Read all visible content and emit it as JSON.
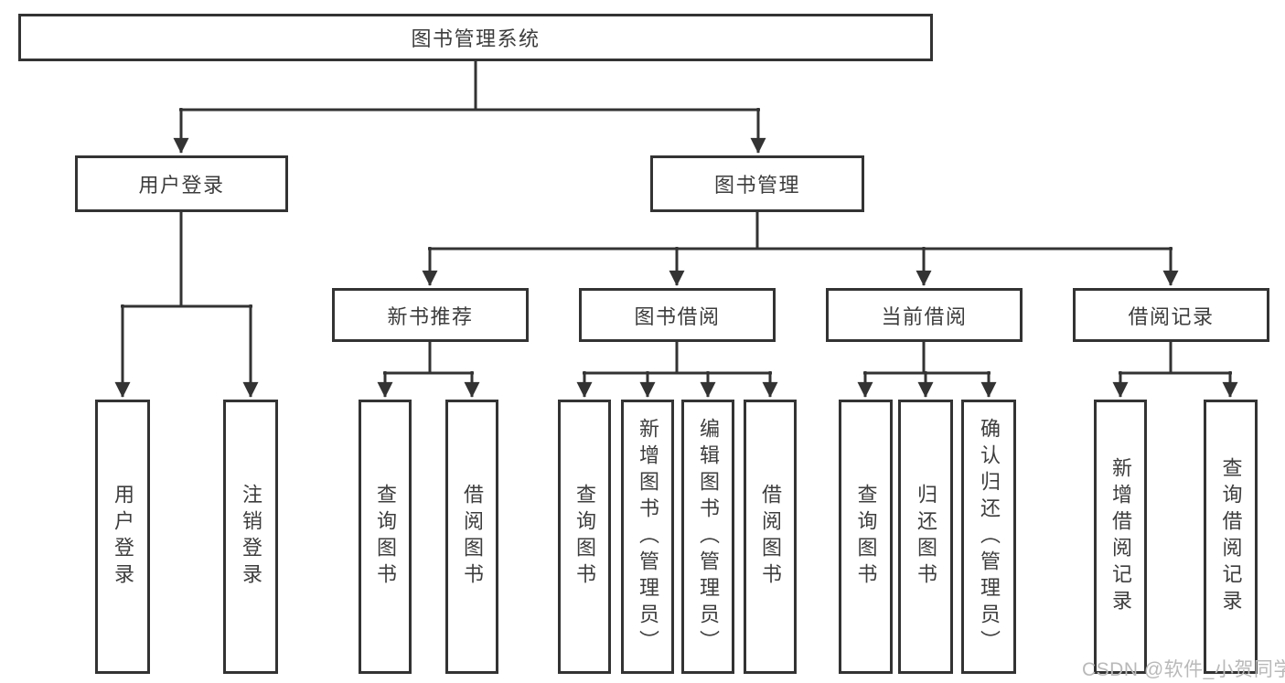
{
  "tree": {
    "label": "图书管理系统",
    "children": [
      {
        "label": "用户登录",
        "children": [
          {
            "label": "用户登录"
          },
          {
            "label": "注销登录"
          }
        ]
      },
      {
        "label": "图书管理",
        "children": [
          {
            "label": "新书推荐",
            "children": [
              {
                "label": "查询图书"
              },
              {
                "label": "借阅图书"
              }
            ]
          },
          {
            "label": "图书借阅",
            "children": [
              {
                "label": "查询图书"
              },
              {
                "label": "新增图书（管理员）"
              },
              {
                "label": "编辑图书（管理员）"
              },
              {
                "label": "借阅图书"
              }
            ]
          },
          {
            "label": "当前借阅",
            "children": [
              {
                "label": "查询图书"
              },
              {
                "label": "归还图书"
              },
              {
                "label": "确认归还（管理员）"
              }
            ]
          },
          {
            "label": "借阅记录",
            "children": [
              {
                "label": "新增借阅记录"
              },
              {
                "label": "查询借阅记录"
              }
            ]
          }
        ]
      }
    ]
  },
  "watermark": "CSDN @软件_小贺同学",
  "colors": {
    "line": "#333333",
    "text": "#3d3d3d",
    "box_background": "#ffffff",
    "page_background": "#ffffff",
    "watermark": "#b9b9b9"
  }
}
